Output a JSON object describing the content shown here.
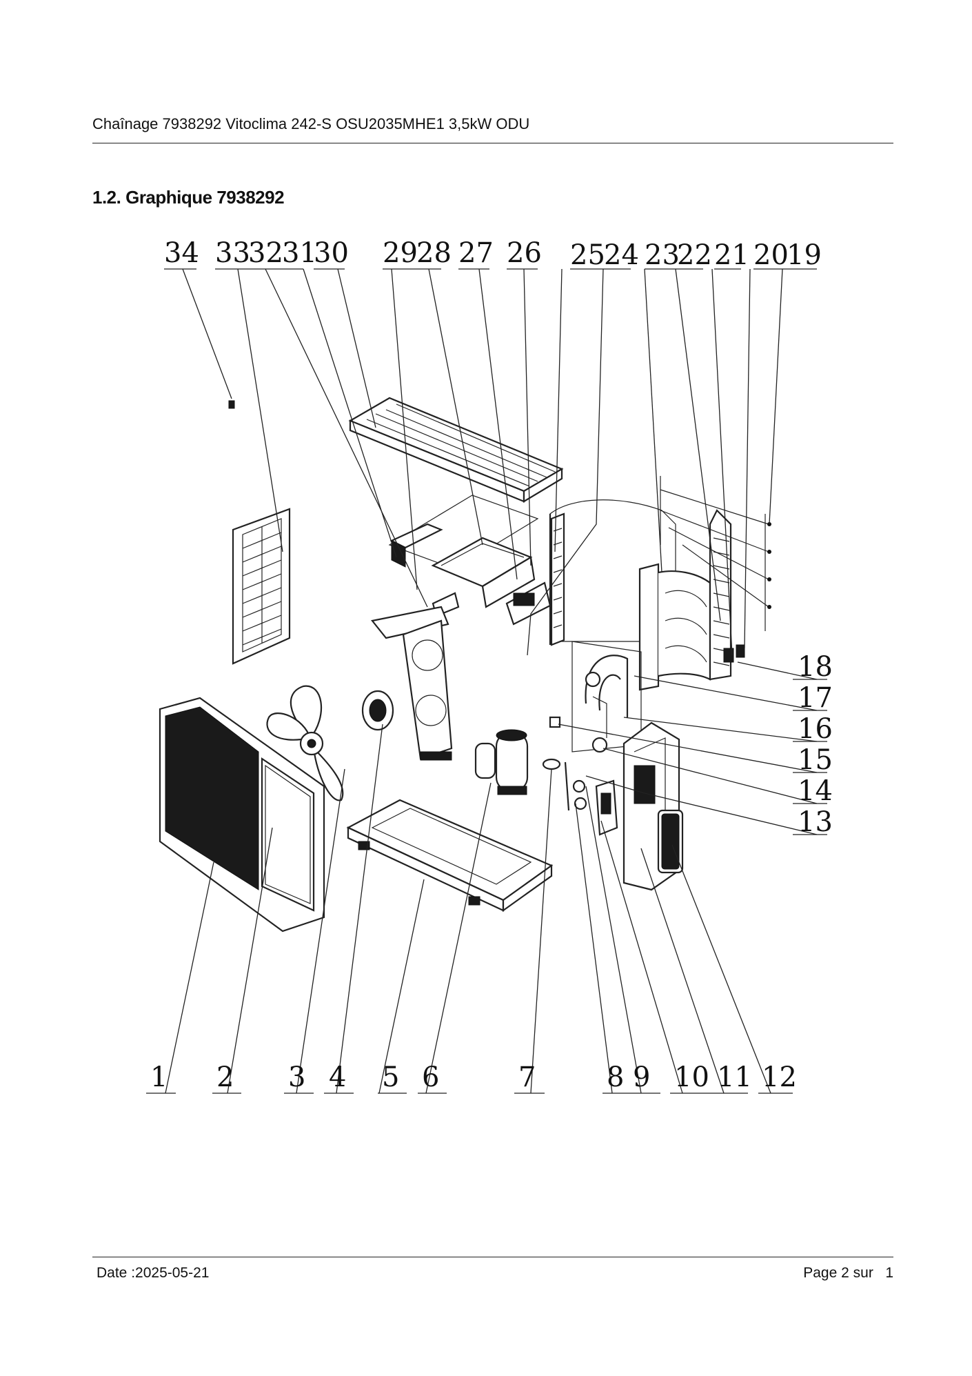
{
  "header": {
    "title": "Chaînage 7938292 Vitoclima 242-S OSU2035MHE1 3,5kW ODU"
  },
  "section": {
    "title": "1.2. Graphique 7938292"
  },
  "diagram": {
    "labels": [
      "1",
      "2",
      "3",
      "4",
      "5",
      "6",
      "7",
      "8",
      "9",
      "10",
      "11",
      "12",
      "13",
      "14",
      "15",
      "16",
      "17",
      "18",
      "19",
      "20",
      "21",
      "22",
      "23",
      "24",
      "25",
      "26",
      "27",
      "28",
      "29",
      "30",
      "31",
      "32",
      "33",
      "34"
    ]
  },
  "footer": {
    "date": "Date :2025-05-21",
    "page": "Page 2 sur   1"
  }
}
